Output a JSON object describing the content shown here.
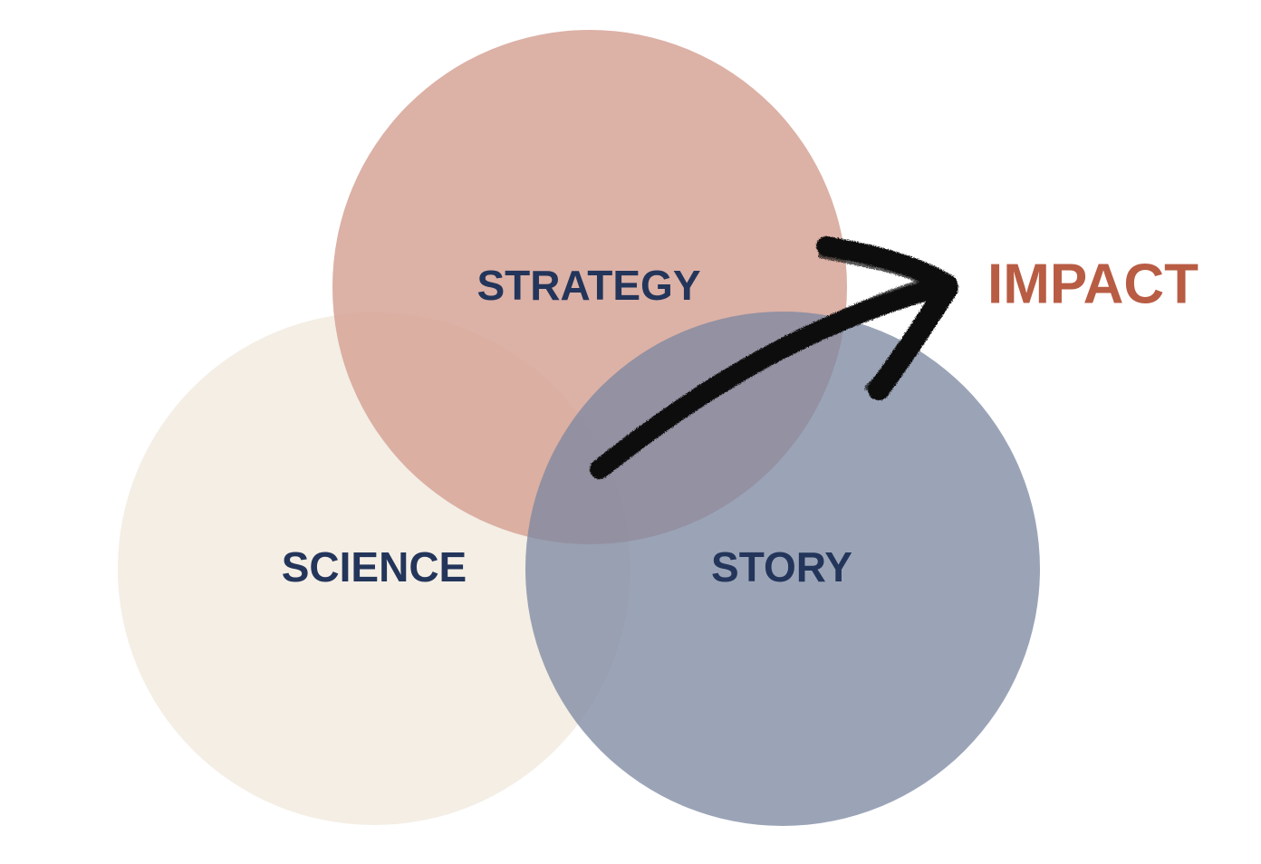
{
  "diagram": {
    "circles": [
      {
        "id": "science",
        "label": "SCIENCE",
        "fill": "#f3ede3"
      },
      {
        "id": "strategy",
        "label": "STRATEGY",
        "fill": "#d6a396"
      },
      {
        "id": "story",
        "label": "STORY",
        "fill": "#7b88a1"
      }
    ],
    "outcome": {
      "label": "IMPACT",
      "color": "#b85c44"
    },
    "label_color": "#23355a",
    "arrow_color": "#111111"
  }
}
